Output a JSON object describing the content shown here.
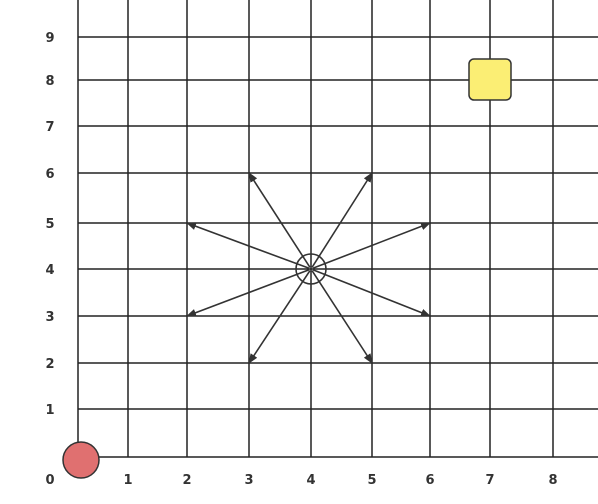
{
  "grid": {
    "x_ticks": [
      "0",
      "1",
      "2",
      "3",
      "4",
      "5",
      "6",
      "7",
      "8"
    ],
    "y_ticks": [
      "1",
      "2",
      "3",
      "4",
      "5",
      "6",
      "7",
      "8",
      "9"
    ],
    "line_color": "#222222"
  },
  "knight": {
    "name": "center-circle",
    "cell": [
      4,
      4
    ],
    "fill": "#ffffff",
    "stroke": "#333333",
    "moves": [
      [
        3,
        6
      ],
      [
        5,
        6
      ],
      [
        2,
        5
      ],
      [
        6,
        5
      ],
      [
        2,
        3
      ],
      [
        6,
        3
      ],
      [
        3,
        2
      ],
      [
        5,
        2
      ]
    ]
  },
  "start_marker": {
    "shape": "circle",
    "cell": [
      0,
      0
    ],
    "fill": "#e07070",
    "stroke": "#333333"
  },
  "goal_marker": {
    "shape": "rounded-square",
    "cell": [
      7,
      8
    ],
    "fill": "#fbee74",
    "stroke": "#333333"
  }
}
